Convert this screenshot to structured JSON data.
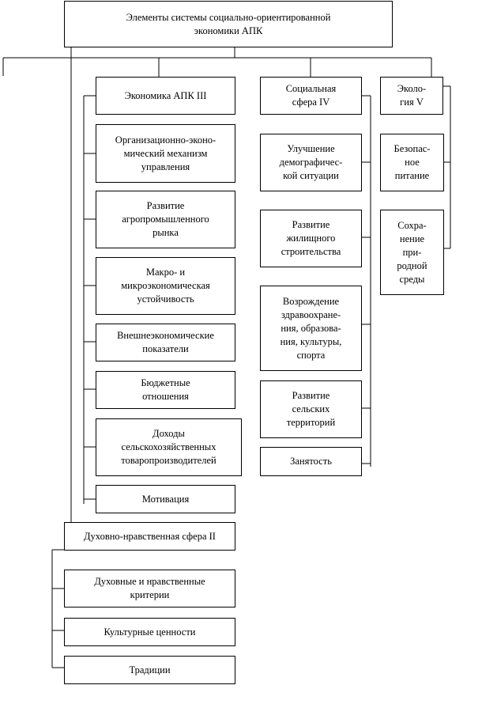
{
  "root": "Элементы системы социально-ориентированной\nэкономики АПК",
  "economy": {
    "title": "Экономика АПК III",
    "items": [
      "Организационно-эконо-\nмический механизм\nуправления",
      "Развитие\nагропромышленного\nрынка",
      "Макро- и\nмикроэкономическая\nустойчивость",
      "Внешнеэкономические\nпоказатели",
      "Бюджетные\nотношения",
      "Доходы\nсельскохозяйственных\nтоваропроизводителей",
      "Мотивация"
    ]
  },
  "social": {
    "title": "Социальная\nсфера IV",
    "items": [
      "Улучшение\nдемографичес-\nкой ситуации",
      "Развитие\nжилищного\nстроительства",
      "Возрождение\nздравоохране-\nния, образова-\nния, культуры,\nспорта",
      "Развитие\nсельских\nтерриторий",
      "Занятость"
    ]
  },
  "ecology": {
    "title": "Эколо-\nгия V",
    "items": [
      "Безопас-\nное\nпитание",
      "Сохра-\nнение\nпри-\nродной\nсреды"
    ]
  },
  "spiritual": {
    "title": "Духовно-нравственная сфера II",
    "items": [
      "Духовные и нравственные\nкритерии",
      "Культурные ценности",
      "Традиции"
    ]
  }
}
